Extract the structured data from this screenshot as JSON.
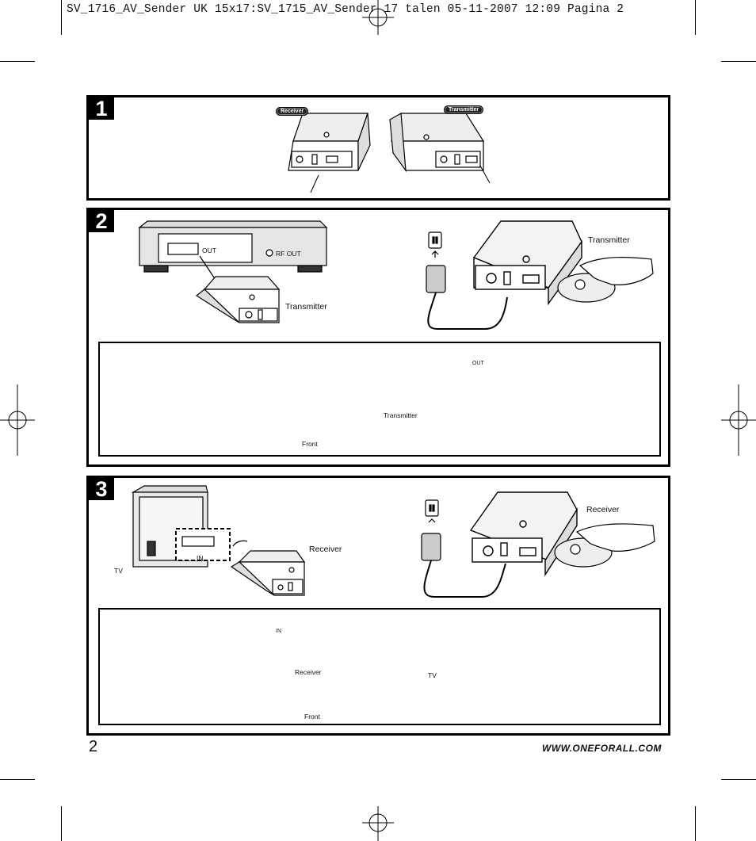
{
  "header": {
    "text": "SV_1716_AV_Sender UK 15x17:SV_1715_AV_Sender 17 talen  05-11-2007  12:09  Pagina 2"
  },
  "steps": [
    {
      "number": "1",
      "labels": {
        "receiver": "Receiver",
        "transmitter": "Transmitter"
      }
    },
    {
      "number": "2",
      "labels": {
        "out": "OUT",
        "rf_out": "RF OUT",
        "transmitter_a": "Transmitter",
        "transmitter_b": "Transmitter",
        "inner_out": "OUT",
        "inner_transmitter": "Transmitter",
        "front": "Front"
      }
    },
    {
      "number": "3",
      "labels": {
        "tv": "TV",
        "in": "IN",
        "receiver_a": "Receiver",
        "receiver_b": "Receiver",
        "inner_in": "IN",
        "inner_receiver": "Receiver",
        "inner_tv": "TV",
        "front": "Front"
      }
    }
  ],
  "footer": {
    "page_number": "2",
    "url": "WWW.ONEFORALL.COM"
  }
}
